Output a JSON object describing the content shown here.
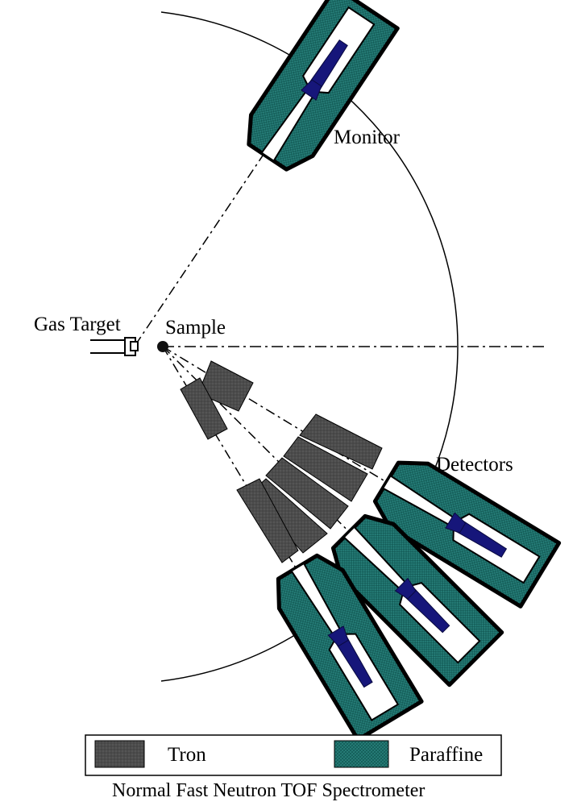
{
  "labels": {
    "gas_target": "Gas Target",
    "sample": "Sample",
    "monitor": "Monitor",
    "detectors": "Detectors"
  },
  "legend": {
    "iron": "Tron",
    "paraffin": "Paraffine"
  },
  "caption": "Normal Fast Neutron TOF Spectrometer",
  "colors": {
    "paraffin": "#1a6b66",
    "iron": "#555555",
    "detector_core": "#16167a",
    "outline": "#000000",
    "background": "#ffffff"
  }
}
